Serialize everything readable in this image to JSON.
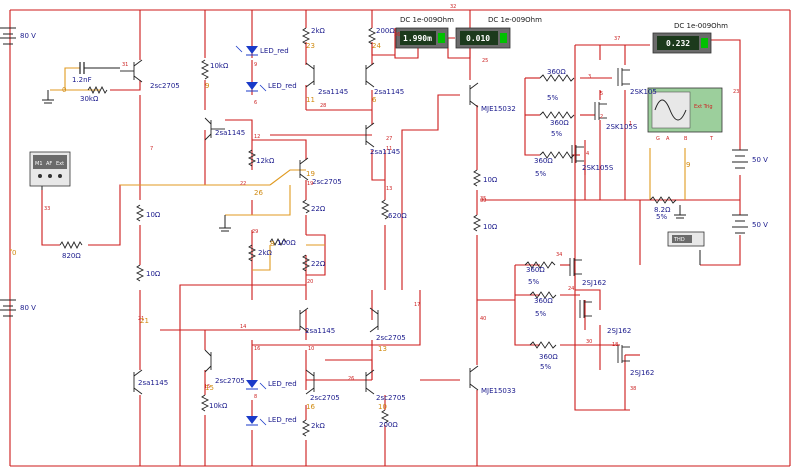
{
  "supplies": [
    {
      "id": "v_top_left",
      "label": "80 V"
    },
    {
      "id": "v_bottom_left",
      "label": "80 V"
    },
    {
      "id": "v_right_top",
      "label": "50 V"
    },
    {
      "id": "v_right_bottom",
      "label": "50 V"
    }
  ],
  "meters": [
    {
      "id": "meter_1",
      "header": "DC  1e-009Ohm",
      "value": "1.990m",
      "value_color": "#00c000"
    },
    {
      "id": "meter_2",
      "header": "DC  1e-009Ohm",
      "value": "0.010",
      "value_color": "#00c000"
    },
    {
      "id": "meter_3",
      "header": "DC  1e-009Ohm",
      "value": "0.232",
      "value_color": "#00c000"
    }
  ],
  "transistors": [
    {
      "id": "q1",
      "label": "2sc2705"
    },
    {
      "id": "q2",
      "label": "2sa1145"
    },
    {
      "id": "q3",
      "label": "2sc2705"
    },
    {
      "id": "q4",
      "label": "2sa1145"
    },
    {
      "id": "q5",
      "label": "2sa1145"
    },
    {
      "id": "q6",
      "label": "2sa1145"
    },
    {
      "id": "q7",
      "label": "2sc2705"
    },
    {
      "id": "q8",
      "label": "2sa1145"
    },
    {
      "id": "q9",
      "label": "2sc2705"
    },
    {
      "id": "q10",
      "label": "2sc2705"
    },
    {
      "id": "q11",
      "label": "2sc2705"
    },
    {
      "id": "q12",
      "label": "2sa1145"
    },
    {
      "id": "q13",
      "label": "MJE15032"
    },
    {
      "id": "q14",
      "label": "MJE15033"
    },
    {
      "id": "q15",
      "label": "2SK105"
    },
    {
      "id": "q16",
      "label": "2SK105S"
    },
    {
      "id": "q17",
      "label": "2SK105S"
    },
    {
      "id": "q18",
      "label": "2SJ162"
    },
    {
      "id": "q19",
      "label": "2SJ162"
    },
    {
      "id": "q20",
      "label": "2SJ162"
    }
  ],
  "resistors": [
    {
      "id": "r1",
      "label": "30kΩ"
    },
    {
      "id": "r2",
      "label": "10kΩ"
    },
    {
      "id": "r3",
      "label": "2kΩ"
    },
    {
      "id": "r4",
      "label": "200Ω"
    },
    {
      "id": "r5",
      "label": "12kΩ"
    },
    {
      "id": "r6",
      "label": "22Ω"
    },
    {
      "id": "r7",
      "label": "100Ω"
    },
    {
      "id": "r8",
      "label": "2kΩ"
    },
    {
      "id": "r9",
      "label": "22Ω"
    },
    {
      "id": "r10",
      "label": "10Ω"
    },
    {
      "id": "r11",
      "label": "10Ω"
    },
    {
      "id": "r12",
      "label": "820Ω"
    },
    {
      "id": "r13",
      "label": "620Ω"
    },
    {
      "id": "r14",
      "label": "10Ω"
    },
    {
      "id": "r15",
      "label": "10Ω"
    },
    {
      "id": "r16",
      "label": "10kΩ"
    },
    {
      "id": "r17",
      "label": "2kΩ"
    },
    {
      "id": "r18",
      "label": "200Ω"
    },
    {
      "id": "r19",
      "label": "360Ω"
    },
    {
      "id": "r20",
      "label": "360Ω"
    },
    {
      "id": "r21",
      "label": "360Ω"
    },
    {
      "id": "r22",
      "label": "360Ω"
    },
    {
      "id": "r23",
      "label": "360Ω"
    },
    {
      "id": "r24",
      "label": "360Ω"
    },
    {
      "id": "r25",
      "label": "8.2Ω"
    }
  ],
  "tolerances": [
    "5%",
    "5%",
    "5%",
    "5%",
    "5%",
    "5%",
    "5%"
  ],
  "capacitor": {
    "label": "1.2nF"
  },
  "leds": [
    {
      "id": "led1",
      "label": "LED_red"
    },
    {
      "id": "led2",
      "label": "LED_red"
    },
    {
      "id": "led3",
      "label": "LED_red"
    },
    {
      "id": "led4",
      "label": "LED_red"
    }
  ],
  "function_generator": {
    "keys": [
      "M1",
      "AF",
      "Ext"
    ]
  },
  "oscilloscope": {
    "labels": [
      "G",
      "T",
      "A",
      "B",
      "Ext Trig"
    ]
  },
  "thd": {
    "label": "THD"
  },
  "nodes_red": [
    "32",
    "31",
    "6",
    "7",
    "12",
    "22",
    "33",
    "14",
    "16",
    "21",
    "15",
    "20",
    "17",
    "13",
    "39",
    "18",
    "30",
    "38",
    "37",
    "26",
    "28",
    "35",
    "40",
    "2",
    "3",
    "4",
    "5",
    "34",
    "23",
    "24",
    "25",
    "27",
    "11",
    "36",
    "19",
    "29",
    "8",
    "9",
    "1",
    "10"
  ],
  "nodes_orange": [
    "23",
    "24",
    "6",
    "9",
    "11",
    "0",
    "19",
    "8",
    "26",
    "15",
    "16",
    "10",
    "9",
    "13",
    "21",
    "0"
  ],
  "colors": {
    "wire_red": "#cc1a1a",
    "wire_orange": "#e09a20",
    "wire_black": "#222222",
    "wire_gray": "#888888",
    "meter_body": "#6b6b6b",
    "meter_display": "#1c3a1c",
    "led_blue": "#1a3ac8"
  }
}
